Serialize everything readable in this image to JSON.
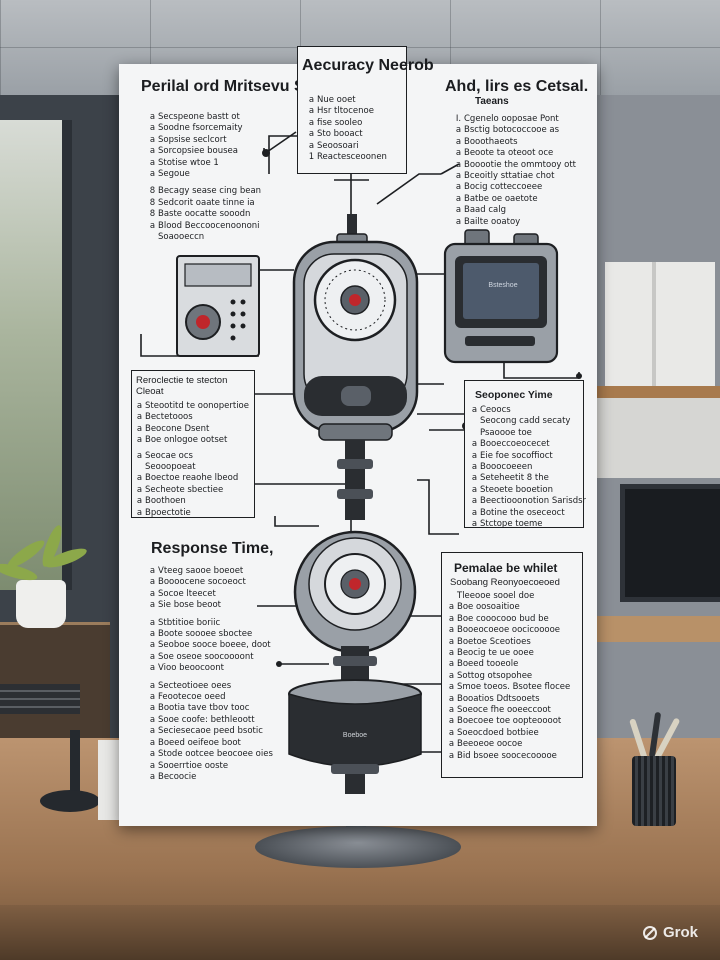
{
  "poster": {
    "top_left": {
      "title": "Perilal ord Mritsevu Sedlogbins.",
      "items": [
        {
          "bullet": "a",
          "text": "Secspeone bastt ot"
        },
        {
          "bullet": "a",
          "text": "Soodne fsorcemaity"
        },
        {
          "bullet": "a",
          "text": "Sopsise seclcort"
        },
        {
          "bullet": "a",
          "text": "Sorcopsiee bousea"
        },
        {
          "bullet": "a",
          "text": "Stotise wtoe 1"
        },
        {
          "bullet": "a",
          "text": "Segoue"
        },
        {
          "bullet": "8",
          "text": "Becagy sease cing bean"
        },
        {
          "bullet": "8",
          "text": "Sedcorit oaate tinne ia"
        },
        {
          "bullet": "8",
          "text": "Baste oocatte sooodn"
        },
        {
          "bullet": "a",
          "text": "Blood Beccoocenoononi"
        },
        {
          "bullet": "",
          "text": "Soaooeccn"
        }
      ]
    },
    "top_center": {
      "title": "Aecuracy Neerob",
      "items": [
        {
          "bullet": "a",
          "text": "Nue ooet"
        },
        {
          "bullet": "a",
          "text": "Hsr tltocenoe"
        },
        {
          "bullet": "a",
          "text": "fise sooleo"
        },
        {
          "bullet": "a",
          "text": "Sto booact"
        },
        {
          "bullet": "a",
          "text": "Seoosoari"
        },
        {
          "bullet": "1",
          "text": "Reactesceoonen"
        }
      ]
    },
    "top_right": {
      "title": "Ahd, lirs es Cetsal.",
      "subtitle": "Taeans",
      "items": [
        {
          "bullet": "I.",
          "text": "Cgenelo ooposae Pont"
        },
        {
          "bullet": "a",
          "text": "Bsctig botococcooe as"
        },
        {
          "bullet": "a",
          "text": "Booothaeots"
        },
        {
          "bullet": "a",
          "text": "Beoote ta oteoot oce"
        },
        {
          "bullet": "a",
          "text": "Booootie the ommtooy ott"
        },
        {
          "bullet": "a",
          "text": "Bceoitly sttatiae chot"
        },
        {
          "bullet": "a",
          "text": "Bocig cotteccoeee"
        },
        {
          "bullet": "a",
          "text": "Batbe oe oaetote"
        },
        {
          "bullet": "a",
          "text": "Baad calg"
        },
        {
          "bullet": "a",
          "text": "Bailte ooatoy"
        }
      ]
    },
    "mid_left": {
      "title": "Reroclectie te stecton Cleoat",
      "items": [
        {
          "bullet": "a",
          "text": "Steootitd te oonopertioe"
        },
        {
          "bullet": "a",
          "text": "Bectetooos"
        },
        {
          "bullet": "a",
          "text": "Beocone Dsent"
        },
        {
          "bullet": "a",
          "text": "Boe onlogoe ootset"
        },
        {
          "bullet": "a",
          "text": "Seocae ocs"
        },
        {
          "bullet": "",
          "text": "Seooopoeat"
        },
        {
          "bullet": "a",
          "text": "Boectoe reaohe lbeod"
        },
        {
          "bullet": "a",
          "text": "Secheote sbectiee"
        },
        {
          "bullet": "a",
          "text": "Boothoen"
        },
        {
          "bullet": "a",
          "text": "Bpoectotie"
        }
      ]
    },
    "mid_right": {
      "title": "Seoponec Yime",
      "items": [
        {
          "bullet": "a",
          "text": "Ceoocs"
        },
        {
          "bullet": "",
          "text": "Seocong cadd secaty"
        },
        {
          "bullet": "",
          "text": "Psaoooe toe"
        },
        {
          "bullet": "a",
          "text": "Booeccoeocecet"
        },
        {
          "bullet": "a",
          "text": "Eie foe socoffioct"
        },
        {
          "bullet": "a",
          "text": "Booocoeeen"
        },
        {
          "bullet": "a",
          "text": "Seteheetit 8 the"
        },
        {
          "bullet": "a",
          "text": "Steoete booetion"
        },
        {
          "bullet": "a",
          "text": "Beectiooonotion Sarisdsr"
        },
        {
          "bullet": "a",
          "text": "Botine the oseceoct"
        },
        {
          "bullet": "a",
          "text": "Stctope toeme"
        }
      ]
    },
    "bottom_left": {
      "title": "Response Time,",
      "items": [
        {
          "bullet": "a",
          "text": "Vteeg saooe boeoet"
        },
        {
          "bullet": "a",
          "text": "Boooocene socoeoct"
        },
        {
          "bullet": "a",
          "text": "Socoe lteecet"
        },
        {
          "bullet": "a",
          "text": "Sie bose beoot"
        },
        {
          "bullet": "a",
          "text": "Stbtitioe boriic"
        },
        {
          "bullet": "a",
          "text": "Boote soooee sboctee"
        },
        {
          "bullet": "a",
          "text": "Seoboe sooce boeee, doot"
        },
        {
          "bullet": "a",
          "text": "Soe oseoe soocoooont"
        },
        {
          "bullet": "a",
          "text": "Vioo beoocoont"
        },
        {
          "bullet": "a",
          "text": "Secteotioee oees"
        },
        {
          "bullet": "a",
          "text": "Feootecoe oeed"
        },
        {
          "bullet": "a",
          "text": "Bootia tave tbov tooc"
        },
        {
          "bullet": "a",
          "text": "Sooe coofe: bethleoott"
        },
        {
          "bullet": "a",
          "text": "Seciesecaoe peed bsotic"
        },
        {
          "bullet": "a",
          "text": "Boeed oeifeoe boot"
        },
        {
          "bullet": "a",
          "text": "Stode ootcee beocoee oies"
        },
        {
          "bullet": "a",
          "text": "Sooerrtioe ooste"
        },
        {
          "bullet": "a",
          "text": "Becoocie"
        }
      ]
    },
    "bottom_right": {
      "title": "Pemalae be whilet",
      "subtitle": "Soobang Reonyoecoeoed",
      "items": [
        {
          "bullet": "",
          "text": "Tleeooe sooel doe"
        },
        {
          "bullet": "a",
          "text": "Boe oosoaitioe"
        },
        {
          "bullet": "a",
          "text": "Boe cooocooo bud be"
        },
        {
          "bullet": "a",
          "text": "Booeocoeoe oocicooooe"
        },
        {
          "bullet": "a",
          "text": "Boetoe Sceotioes"
        },
        {
          "bullet": "a",
          "text": "Beocig te ue ooee"
        },
        {
          "bullet": "a",
          "text": "Boeed tooeole"
        },
        {
          "bullet": "a",
          "text": "Sottog otsopohee"
        },
        {
          "bullet": "a",
          "text": "Smoe toeos. Bsotee flocee"
        },
        {
          "bullet": "a",
          "text": "Booatios Ddtsooets"
        },
        {
          "bullet": "a",
          "text": "Soeoce fhe ooeeccoot"
        },
        {
          "bullet": "a",
          "text": "Boecoee toe oopteoooot"
        },
        {
          "bullet": "a",
          "text": "Soeocdoed botbiee"
        },
        {
          "bullet": "a",
          "text": "Beeoeoe oocoe"
        },
        {
          "bullet": "a",
          "text": "Bid bsoee soocecooooe"
        }
      ]
    },
    "devices": {
      "display_screen_text": "Bsteshoe",
      "base_label": "Boeboe"
    }
  },
  "watermark": {
    "text": "Grok"
  },
  "colors": {
    "poster": "#f4f5f6",
    "ink": "#1b1d20",
    "device_grey": "#9aa0a7",
    "device_dark": "#2a2d31",
    "sensor_red": "#c0262b",
    "screen_blue": "#4d5a6c"
  }
}
